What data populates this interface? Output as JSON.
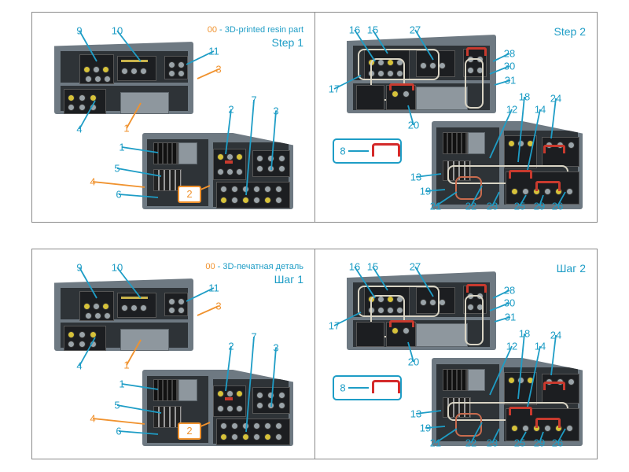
{
  "colors": {
    "callout": "#1e9dc6",
    "resin": "#f0922e",
    "bracket": "#d42a2a"
  },
  "panels": [
    {
      "legend_code": "00",
      "legend_text": " - 3D-printed resin part",
      "step": "Step 1",
      "callouts": [
        "9",
        "10",
        "11",
        "3",
        "4",
        "1",
        "2",
        "7",
        "3",
        "1",
        "5",
        "4",
        "6",
        "2"
      ]
    },
    {
      "step": "Step 2",
      "inset_label": "8",
      "callouts": [
        "16",
        "15",
        "27",
        "28",
        "30",
        "31",
        "17",
        "20",
        "12",
        "18",
        "14",
        "24",
        "13",
        "19",
        "21",
        "22",
        "23",
        "25",
        "29",
        "26"
      ]
    },
    {
      "legend_code": "00",
      "legend_text": " - 3D-печатная деталь",
      "step": "Шаг 1",
      "callouts": [
        "9",
        "10",
        "11",
        "3",
        "4",
        "1",
        "2",
        "7",
        "3",
        "1",
        "5",
        "4",
        "6",
        "2"
      ]
    },
    {
      "step": "Шаг 2",
      "inset_label": "8",
      "callouts": [
        "16",
        "15",
        "27",
        "28",
        "30",
        "31",
        "17",
        "20",
        "12",
        "18",
        "14",
        "24",
        "13",
        "19",
        "21",
        "22",
        "23",
        "25",
        "29",
        "26"
      ]
    }
  ]
}
